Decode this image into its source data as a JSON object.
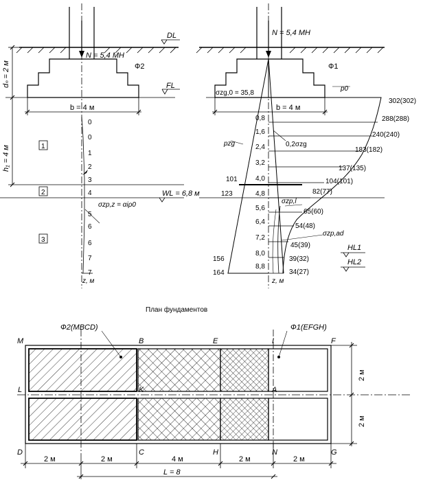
{
  "left_section": {
    "load": "N = 5,4 МН",
    "foundation_label": "Ф2",
    "dl_label": "DL",
    "fl_label": "FL",
    "width_label": "b = 4 м",
    "depth_label": "dₙ = 2 м",
    "layer_thickness_label": "h₁ = 4 м",
    "layers": [
      "1",
      "2",
      "3"
    ],
    "wl_label": "WL = 6,8 м",
    "depth_ticks": [
      "0",
      "0",
      "1",
      "2",
      "3",
      "4",
      "5",
      "6",
      "6",
      "7",
      "7"
    ],
    "sigma_label": "σzp,z = αiρ0",
    "z_label": "z, м"
  },
  "right_section": {
    "load": "N = 5,4 МН",
    "foundation_label": "Ф1",
    "width_label": "b = 4 м",
    "p0_label": "p0",
    "sigma_zg0_label": "σzg,0 = 35,8",
    "pzg_label": "pzg",
    "frac_label": "0,2σzg",
    "sigma_zpl_label": "σzp,l",
    "sigma_zpad_label": "σzp,ad",
    "z_label": "z, м",
    "depths": [
      "0,8",
      "1,6",
      "2,4",
      "3,2",
      "4,0",
      "4,8",
      "5,6",
      "6,4",
      "7,2",
      "8,0",
      "8,8"
    ],
    "stresses": [
      "302(302)",
      "288(288)",
      "240(240)",
      "183(182)",
      "137(135)",
      "104(101)",
      "82(77)",
      "65(60)",
      "54(48)",
      "45(39)",
      "39(32)",
      "34(27)"
    ],
    "left_values": [
      "101",
      "123",
      "156",
      "164"
    ],
    "hl1": "HL1",
    "hl2": "HL2"
  },
  "plan": {
    "title": "План фундаментов",
    "f2_label": "Ф2(MBCD)",
    "f1_label": "Ф1(EFGH)",
    "letters": [
      "M",
      "B",
      "E",
      "I",
      "F",
      "L",
      "K",
      "A",
      "D",
      "C",
      "H",
      "N",
      "G"
    ],
    "right_dims": [
      "2 м",
      "2 м"
    ],
    "bottom_dims": [
      "2 м",
      "2 м",
      "4 м",
      "2 м",
      "2 м"
    ],
    "length_label": "L = 8"
  }
}
